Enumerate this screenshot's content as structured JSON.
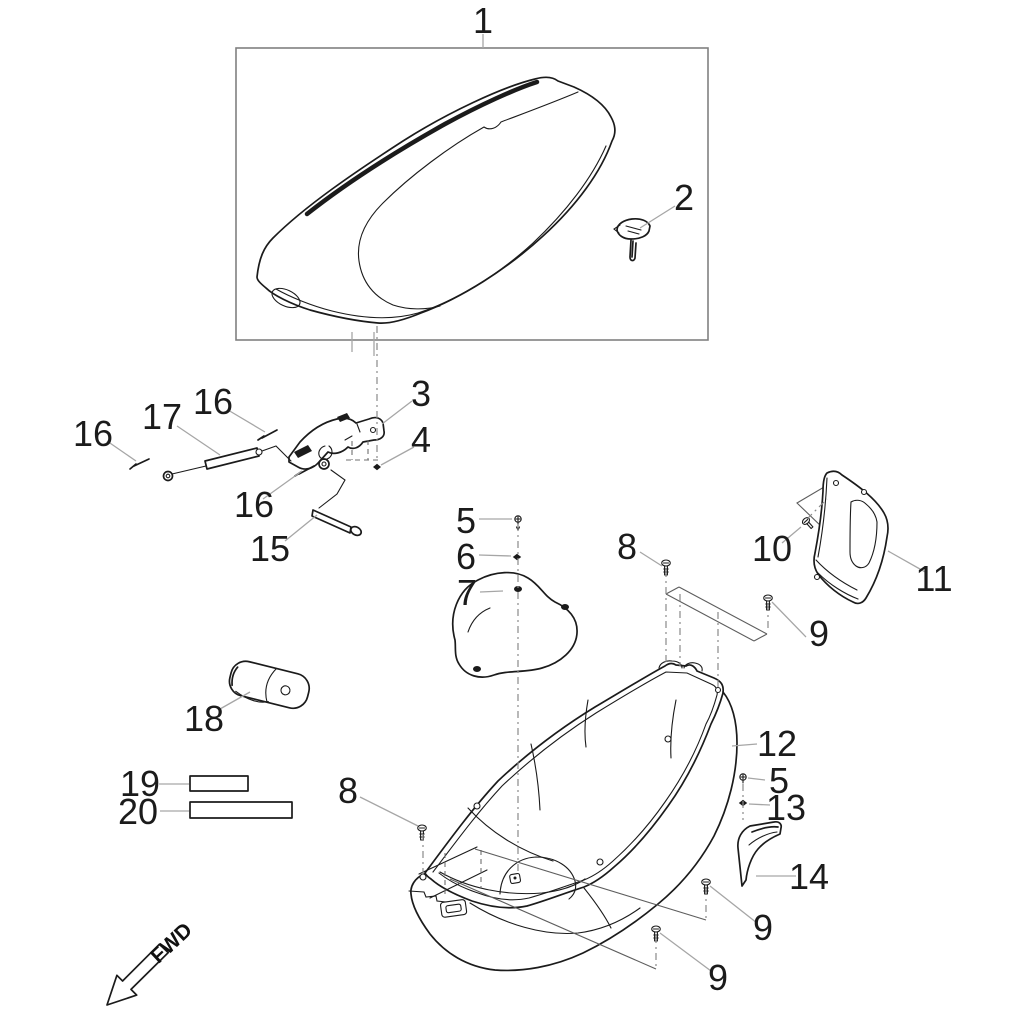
{
  "diagram": {
    "fwd_label": "FWD",
    "colors": {
      "ink": "#1b1b1b",
      "leader": "#a6a6a6",
      "frame": "#808080"
    },
    "callouts": [
      {
        "part": "1"
      },
      {
        "part": "2"
      },
      {
        "part": "3"
      },
      {
        "part": "4"
      },
      {
        "part": "5"
      },
      {
        "part": "6"
      },
      {
        "part": "7"
      },
      {
        "part": "8"
      },
      {
        "part": "8"
      },
      {
        "part": "9"
      },
      {
        "part": "9"
      },
      {
        "part": "9"
      },
      {
        "part": "10"
      },
      {
        "part": "11"
      },
      {
        "part": "12"
      },
      {
        "part": "5"
      },
      {
        "part": "13"
      },
      {
        "part": "14"
      },
      {
        "part": "15"
      },
      {
        "part": "16"
      },
      {
        "part": "16"
      },
      {
        "part": "16"
      },
      {
        "part": "17"
      },
      {
        "part": "18"
      },
      {
        "part": "19"
      },
      {
        "part": "20"
      }
    ]
  }
}
